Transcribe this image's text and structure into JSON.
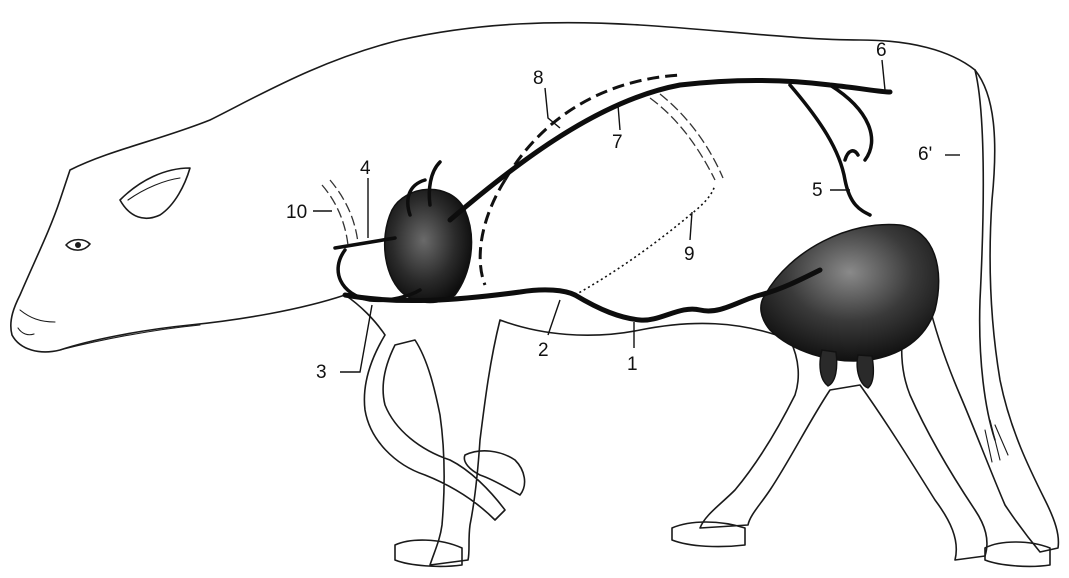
{
  "labels": {
    "l1": "1",
    "l2": "2",
    "l3": "3",
    "l4": "4",
    "l5": "5",
    "l6": "6",
    "l6p": "6'",
    "l7": "7",
    "l8": "8",
    "l9": "9",
    "l10": "10"
  },
  "colors": {
    "line": "#1a1a1a",
    "vessel": "#0d0d0d",
    "shade": "#2b2b2b",
    "background": "#ffffff"
  }
}
